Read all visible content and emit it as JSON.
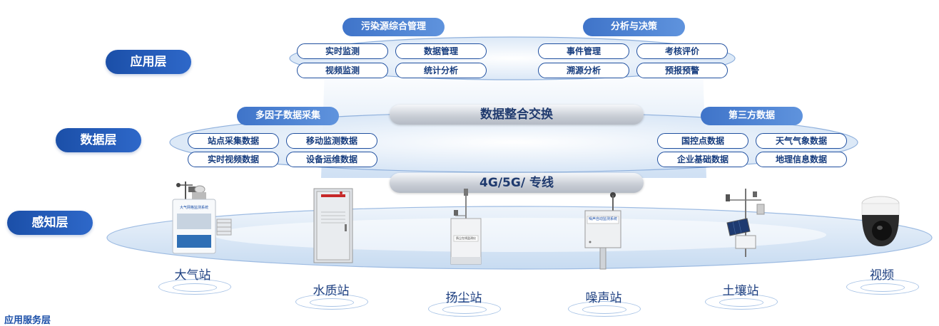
{
  "layers": {
    "application": "应用层",
    "data": "数据层",
    "perception": "感知层"
  },
  "application": {
    "group1": {
      "title": "污染源综合管理",
      "items": [
        "实时监测",
        "数据管理",
        "视频监测",
        "统计分析"
      ]
    },
    "group2": {
      "title": "分析与决策",
      "items": [
        "事件管理",
        "考核评价",
        "溯源分析",
        "预报预警"
      ]
    }
  },
  "data_layer": {
    "group1": {
      "title": "多因子数据采集",
      "items": [
        "站点采集数据",
        "移动监测数据",
        "实时视频数据",
        "设备运维数据"
      ]
    },
    "exchange": "数据整合交换",
    "group2": {
      "title": "第三方数据",
      "items": [
        "国控点数据",
        "天气气象数据",
        "企业基础数据",
        "地理信息数据"
      ]
    }
  },
  "network": "4G/5G/ 专线",
  "stations": [
    "大气站",
    "水质站",
    "扬尘站",
    "噪声站",
    "土壤站",
    "视频"
  ],
  "device_texts": {
    "air_panel": "大气网格监测系统",
    "noise_panel": "噪声自动监测系统",
    "dust_panel": "扬尘在线监测仪"
  },
  "footer": "应用服务层",
  "colors": {
    "accent": "#1b4fa8",
    "outline": "#1f4f9f",
    "cloud": "#d9e7f7"
  }
}
